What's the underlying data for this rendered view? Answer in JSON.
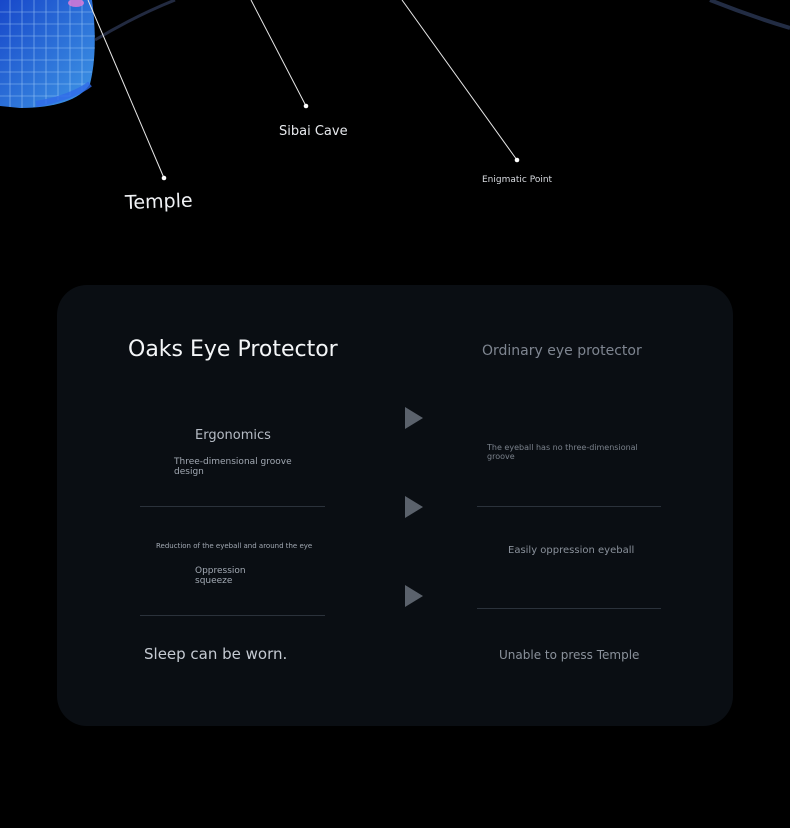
{
  "callouts": {
    "temple": "Temple",
    "sibai_cave": "Sibai Cave",
    "enigmatic_point": "Enigmatic Point"
  },
  "comparison": {
    "left_title": "Oaks Eye Protector",
    "right_title": "Ordinary eye protector",
    "left": {
      "ergonomics": "Ergonomics",
      "groove_design": "Three-dimensional groove design",
      "reduction": "Reduction of the eyeball and around the eye",
      "oppression": "Oppression squeeze",
      "sleep": "Sleep can be worn."
    },
    "right": {
      "no_groove": "The eyeball has no three-dimensional groove",
      "easily_oppression": "Easily oppression eyeball",
      "unable_temple": "Unable to press Temple"
    }
  },
  "colors": {
    "background": "#000000",
    "card": "#0a0e13",
    "mesh_blue": "#3b7bff",
    "arrow": "#5b626c"
  },
  "icons": {
    "compare_arrow": "play-triangle-icon",
    "mask": "wireframe-mask-icon"
  }
}
